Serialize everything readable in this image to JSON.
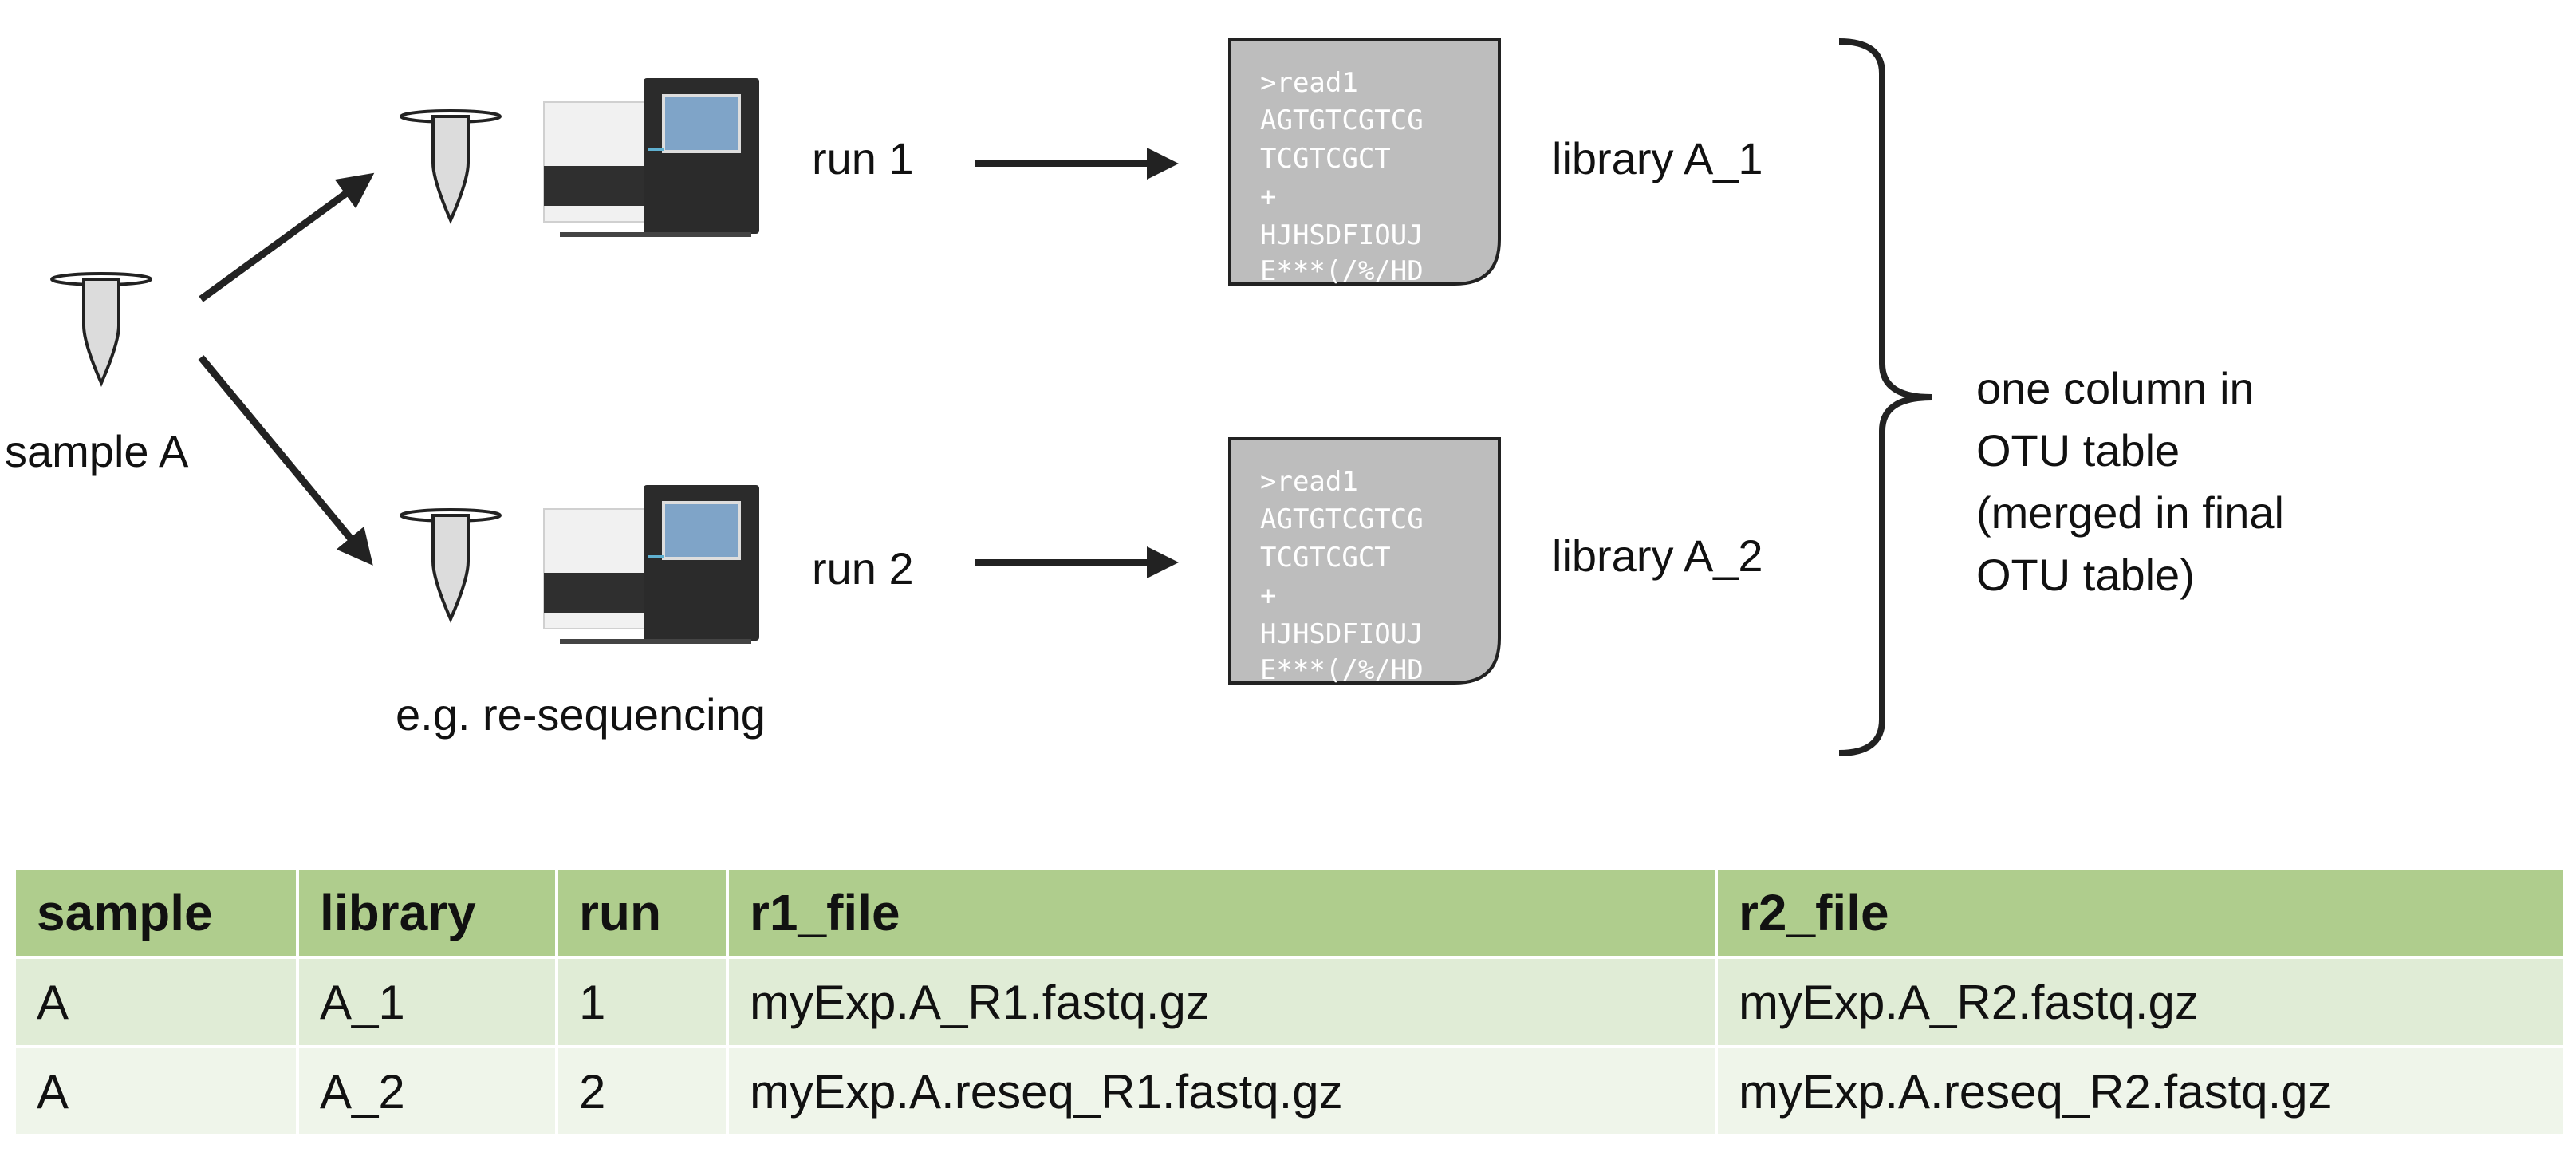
{
  "diagram": {
    "sample_label": "sample A",
    "runs": [
      {
        "run_label": "run 1",
        "library_label": "library A_1"
      },
      {
        "run_label": "run 2",
        "library_label": "library A_2"
      }
    ],
    "fastq_lines": [
      ">read1",
      "AGTGTCGTCG",
      "TCGTCGCT",
      "+",
      "HJHSDFIOUJ",
      "E***(/%/HD"
    ],
    "resequencing_note": "e.g. re-sequencing",
    "merge_note_lines": [
      "one column in",
      "OTU table",
      "(merged in final",
      "OTU table)"
    ]
  },
  "table": {
    "headers": [
      "sample",
      "library",
      "run",
      "r1_file",
      "r2_file"
    ],
    "rows": [
      [
        "A",
        "A_1",
        "1",
        "myExp.A_R1.fastq.gz",
        "myExp.A_R2.fastq.gz"
      ],
      [
        "A",
        "A_2",
        "2",
        "myExp.A.reseq_R1.fastq.gz",
        "myExp.A.reseq_R2.fastq.gz"
      ]
    ]
  },
  "colors": {
    "header_bg": "#afcd8d",
    "row_odd_bg": "#e0ecd6",
    "row_even_bg": "#eff5ea",
    "fastq_card": "#bdbdbd",
    "sequencer_body": "#2b2b2b"
  }
}
